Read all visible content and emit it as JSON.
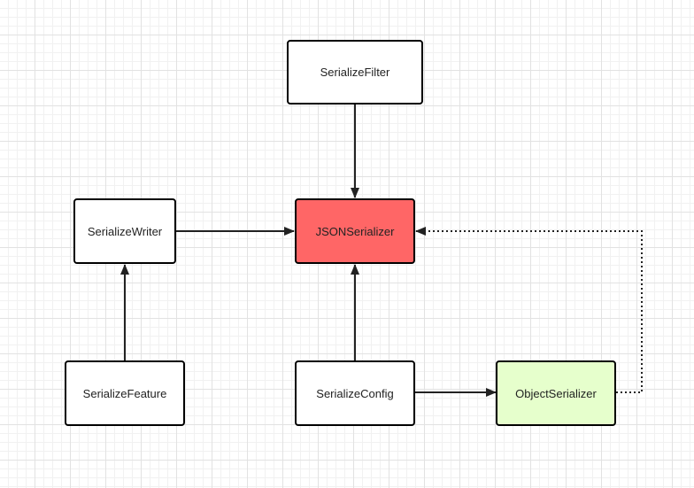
{
  "diagram": {
    "nodes": {
      "serialize_filter": {
        "label": "SerializeFilter",
        "fill": "#ffffff"
      },
      "serialize_writer": {
        "label": "SerializeWriter",
        "fill": "#ffffff"
      },
      "json_serializer": {
        "label": "JSONSerializer",
        "fill": "#ff6666"
      },
      "serialize_feature": {
        "label": "SerializeFeature",
        "fill": "#ffffff"
      },
      "serialize_config": {
        "label": "SerializeConfig",
        "fill": "#ffffff"
      },
      "object_serializer": {
        "label": "ObjectSerializer",
        "fill": "#e6ffcc"
      }
    },
    "edges": [
      {
        "from": "serialize_filter",
        "to": "json_serializer",
        "style": "solid"
      },
      {
        "from": "serialize_writer",
        "to": "json_serializer",
        "style": "solid"
      },
      {
        "from": "serialize_feature",
        "to": "serialize_writer",
        "style": "solid"
      },
      {
        "from": "serialize_config",
        "to": "json_serializer",
        "style": "solid"
      },
      {
        "from": "serialize_config",
        "to": "object_serializer",
        "style": "solid"
      },
      {
        "from": "object_serializer",
        "to": "json_serializer",
        "style": "dotted"
      }
    ],
    "colors": {
      "stroke": "#000000",
      "edge": "#222222"
    }
  }
}
